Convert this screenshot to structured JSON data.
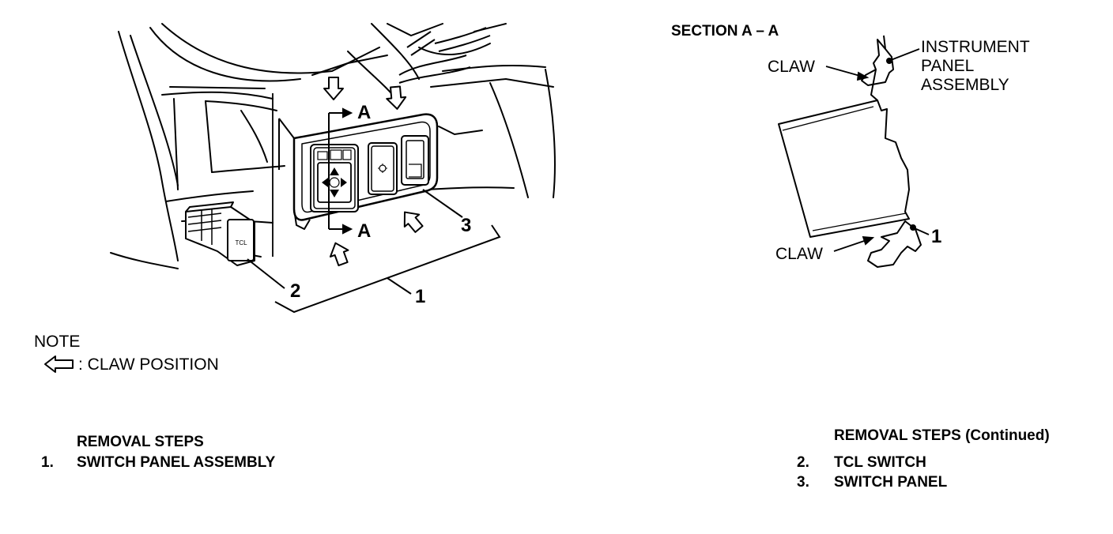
{
  "main_view": {
    "section_marker_label": "A",
    "callouts": {
      "c1": "1",
      "c2": "2",
      "c3": "3"
    },
    "tcl_button_text": "TCL"
  },
  "section_view": {
    "title": "SECTION A – A",
    "claw_top": "CLAW",
    "claw_bottom": "CLAW",
    "instrument_panel": [
      "INSTRUMENT",
      "PANEL",
      "ASSEMBLY"
    ],
    "callout": "1"
  },
  "note": {
    "title": "NOTE",
    "legend_text": ": CLAW POSITION"
  },
  "removal_steps_left": {
    "heading": "REMOVAL STEPS",
    "steps": [
      {
        "num": "1.",
        "label": "SWITCH PANEL ASSEMBLY"
      }
    ]
  },
  "removal_steps_right": {
    "heading": "REMOVAL STEPS (Continued)",
    "steps": [
      {
        "num": "2.",
        "label": "TCL SWITCH"
      },
      {
        "num": "3.",
        "label": "SWITCH PANEL"
      }
    ]
  }
}
